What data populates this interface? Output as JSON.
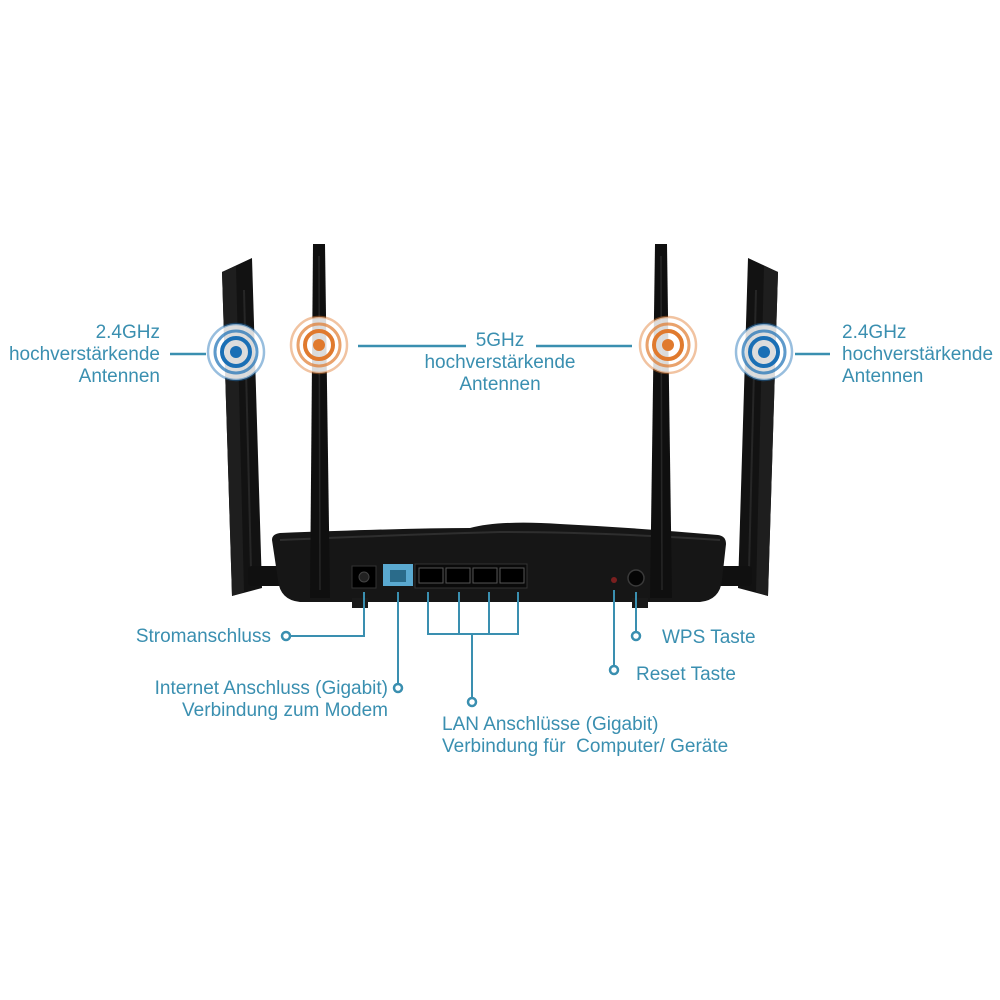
{
  "colors": {
    "accent": "#3a8fb0",
    "band_24": "#1a6fb5",
    "band_5": "#e07a2e",
    "router_body": "#141414",
    "background": "#ffffff"
  },
  "antenna_labels": {
    "left_24": {
      "line1": "2.4GHz",
      "line2": "hochverstärkende",
      "line3": "Antennen"
    },
    "center_5": {
      "line1": "5GHz",
      "line2": "hochverstärkende",
      "line3": "Antennen"
    },
    "right_24": {
      "line1": "2.4GHz",
      "line2": "hochverstärkende",
      "line3": "Antennen"
    }
  },
  "port_labels": {
    "power": "Stromanschluss",
    "internet_line1": "Internet Anschluss (Gigabit)",
    "internet_line2": "Verbindung zum Modem",
    "lan_line1": "LAN Anschlüsse (Gigabit)",
    "lan_line2": "Verbindung für  Computer/ Geräte",
    "reset": "Reset Taste",
    "wps": "WPS Taste"
  },
  "icons": [
    "signal-24ghz-icon",
    "signal-5ghz-icon"
  ]
}
